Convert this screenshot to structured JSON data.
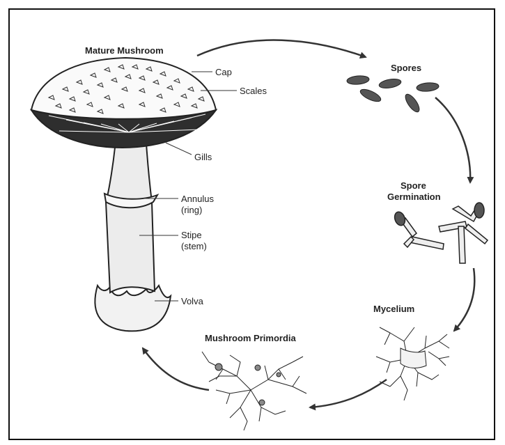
{
  "stages": {
    "mature": "Mature Mushroom",
    "spores": "Spores",
    "germination_1": "Spore",
    "germination_2": "Germination",
    "mycelium": "Mycelium",
    "primordia": "Mushroom Primordia"
  },
  "parts": {
    "cap": "Cap",
    "scales": "Scales",
    "gills": "Gills",
    "annulus_1": "Annulus",
    "annulus_2": "(ring)",
    "stipe_1": "Stipe",
    "stipe_2": "(stem)",
    "volva": "Volva"
  },
  "colors": {
    "ink": "#222222",
    "stem_fill": "#ececec",
    "spore_fill": "#555555"
  }
}
